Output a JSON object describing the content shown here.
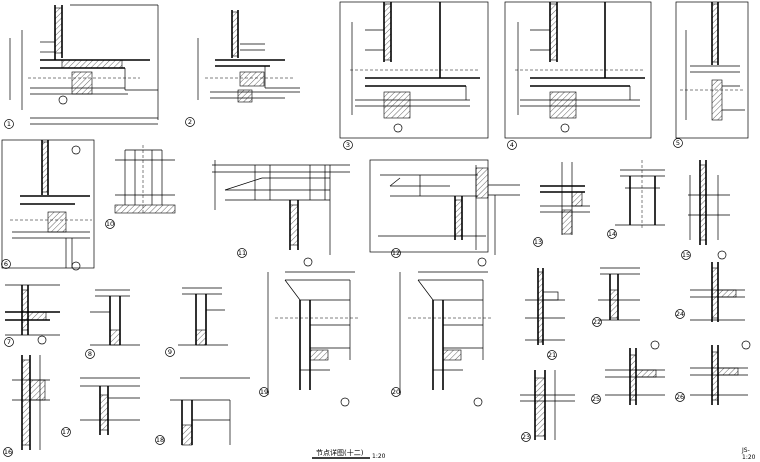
{
  "sheet": {
    "title": "节点详图(十二)",
    "scale": "1:20",
    "corner_code": "JS-",
    "corner_sub": "1:20"
  },
  "details": [
    {
      "id": "1"
    },
    {
      "id": "2"
    },
    {
      "id": "3"
    },
    {
      "id": "4"
    },
    {
      "id": "5"
    },
    {
      "id": "6"
    },
    {
      "id": "7"
    },
    {
      "id": "8"
    },
    {
      "id": "9"
    },
    {
      "id": "10"
    },
    {
      "id": "11"
    },
    {
      "id": "12"
    },
    {
      "id": "13"
    },
    {
      "id": "14"
    },
    {
      "id": "15"
    },
    {
      "id": "16"
    },
    {
      "id": "17"
    },
    {
      "id": "18"
    },
    {
      "id": "19"
    },
    {
      "id": "20"
    },
    {
      "id": "21"
    },
    {
      "id": "22"
    },
    {
      "id": "23"
    },
    {
      "id": "24"
    },
    {
      "id": "25"
    },
    {
      "id": "26"
    }
  ]
}
